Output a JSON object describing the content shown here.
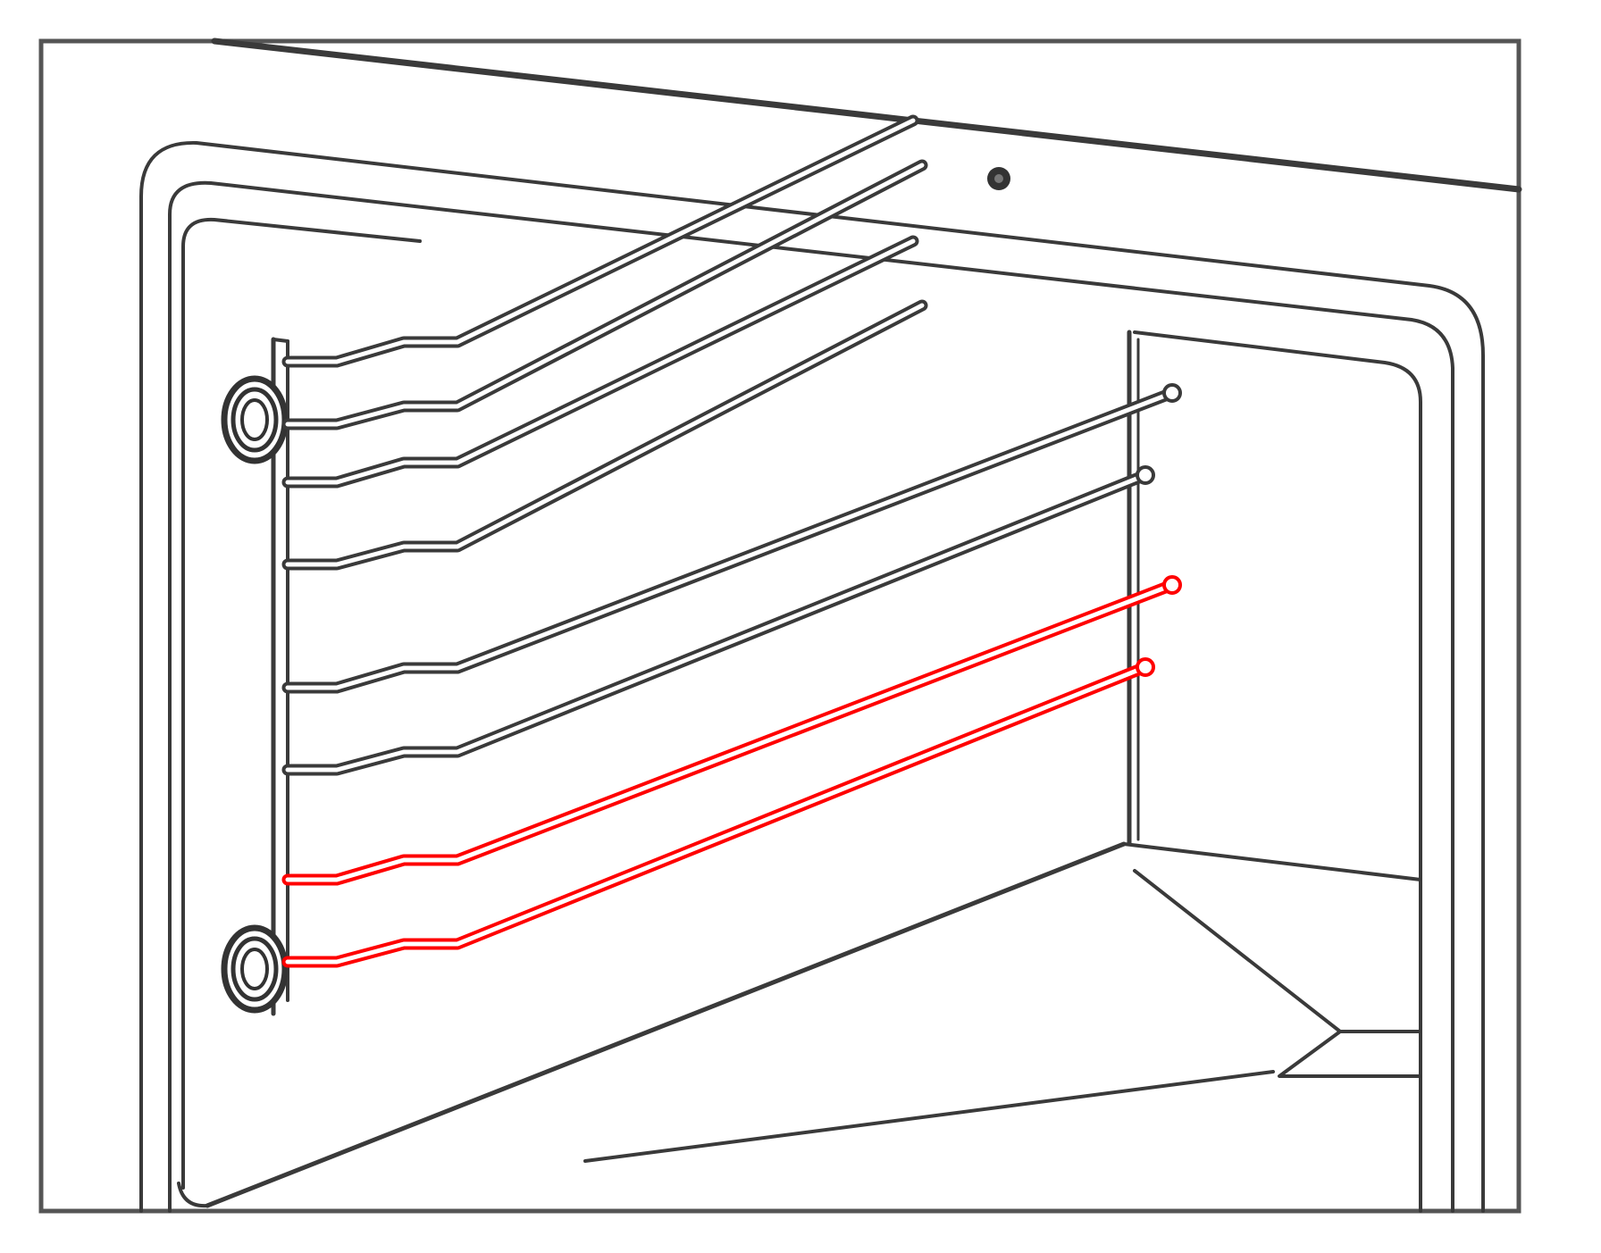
{
  "diagram": {
    "subject": "oven-interior-shelf-supports",
    "colors": {
      "background": "#ffffff",
      "line": "#3a3a3a",
      "outline": "#555555",
      "highlight": "#ff0000"
    },
    "rails": [
      {
        "level": 1,
        "highlighted": false
      },
      {
        "level": 2,
        "highlighted": false
      },
      {
        "level": 3,
        "highlighted": false
      },
      {
        "level": 4,
        "highlighted": true
      }
    ],
    "fasteners": 2,
    "highlighted_level": 4
  }
}
